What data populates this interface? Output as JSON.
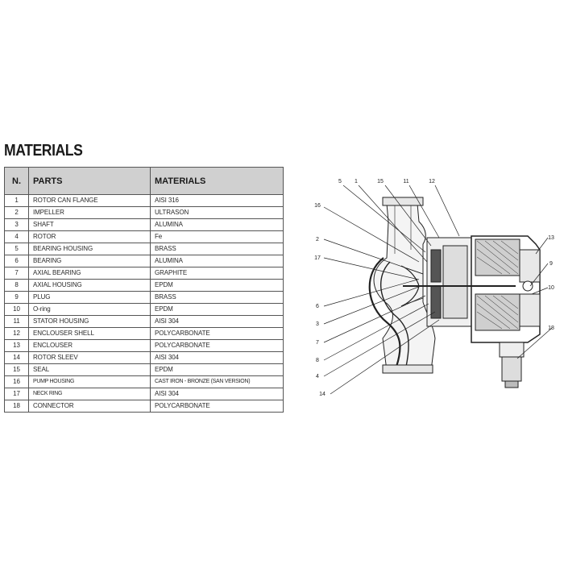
{
  "title": "MATERIALS",
  "table": {
    "headers": {
      "number": "N.",
      "parts": "PARTS",
      "materials": "MATERIALS"
    },
    "rows": [
      {
        "n": "1",
        "part": "ROTOR CAN FLANGE",
        "material": "AISI 316"
      },
      {
        "n": "2",
        "part": "IMPELLER",
        "material": "ULTRASON"
      },
      {
        "n": "3",
        "part": "SHAFT",
        "material": "ALUMINA"
      },
      {
        "n": "4",
        "part": "ROTOR",
        "material": "Fe"
      },
      {
        "n": "5",
        "part": "BEARING HOUSING",
        "material": "BRASS"
      },
      {
        "n": "6",
        "part": "BEARING",
        "material": "ALUMINA"
      },
      {
        "n": "7",
        "part": "AXIAL BEARING",
        "material": "GRAPHITE"
      },
      {
        "n": "8",
        "part": "AXIAL HOUSING",
        "material": "EPDM"
      },
      {
        "n": "9",
        "part": "PLUG",
        "material": "BRASS"
      },
      {
        "n": "10",
        "part": "O-ring",
        "material": "EPDM"
      },
      {
        "n": "11",
        "part": "STATOR HOUSING",
        "material": "AISI 304"
      },
      {
        "n": "12",
        "part": "ENCLOUSER SHELL",
        "material": "POLYCARBONATE"
      },
      {
        "n": "13",
        "part": "ENCLOUSER",
        "material": "POLYCARBONATE"
      },
      {
        "n": "14",
        "part": "ROTOR SLEEV",
        "material": "AISI 304"
      },
      {
        "n": "15",
        "part": "SEAL",
        "material": "EPDM"
      },
      {
        "n": "16",
        "part": "PUMP HOUSING",
        "material": "CAST IRON - BRONZE (SAN VERSION)"
      },
      {
        "n": "17",
        "part": "NECK RING",
        "material": "AISI 304"
      },
      {
        "n": "18",
        "part": "CONNECTOR",
        "material": "POLYCARBONATE"
      }
    ]
  },
  "diagram": {
    "callouts": [
      "5",
      "1",
      "15",
      "11",
      "12",
      "16",
      "2",
      "17",
      "13",
      "9",
      "10",
      "18",
      "6",
      "3",
      "7",
      "8",
      "4",
      "14"
    ]
  }
}
